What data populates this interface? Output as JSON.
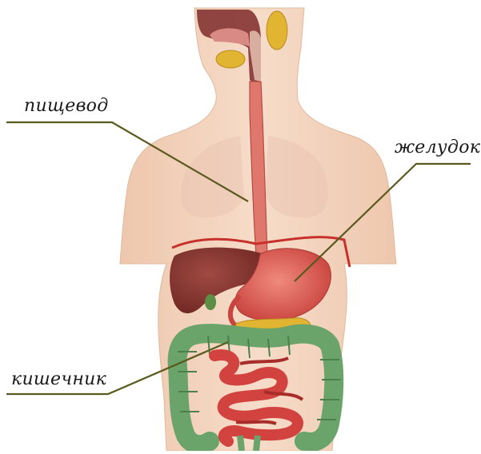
{
  "labels": {
    "esophagus": "пищевод",
    "stomach": "желудок",
    "intestine": "кишечник"
  },
  "colors": {
    "leader_line": "#5a5a1e",
    "skin": "#f3d5bf",
    "liver": "#8a3a33",
    "stomach": "#e0605a",
    "colon": "#6aa46a",
    "small_intestine": "#d2433f",
    "pancreas": "#e1b431",
    "lungs": "#e9c4b2"
  }
}
